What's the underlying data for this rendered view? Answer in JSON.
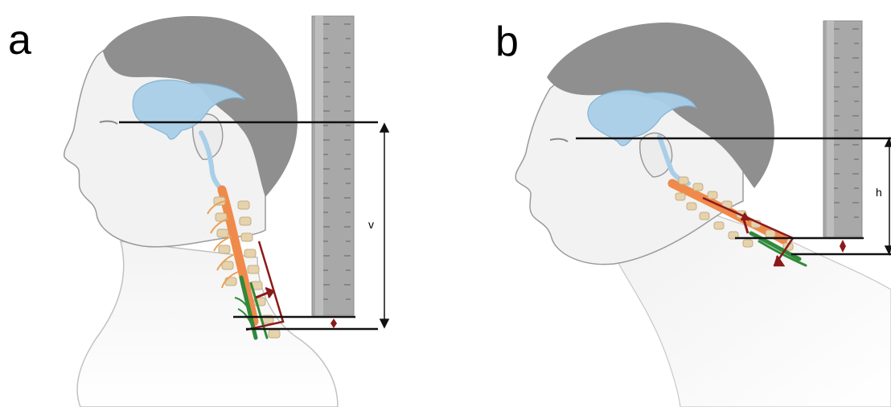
{
  "panels": [
    {
      "letter": "a",
      "dimension_label": "v"
    },
    {
      "letter": "b",
      "dimension_label": "h"
    }
  ],
  "colors": {
    "hair": "#8f8f8f",
    "skin": "#f1f1f1",
    "skin_outline": "#9a9a9a",
    "ventricles": "#a9cfe8",
    "spinal_cord": "#f08a4b",
    "vertebrae": "#e6d3ad",
    "nerve_green": "#2f8a3a",
    "measure_red": "#8b1a1a",
    "ruler": "#a9a9a9",
    "line": "#111111"
  }
}
